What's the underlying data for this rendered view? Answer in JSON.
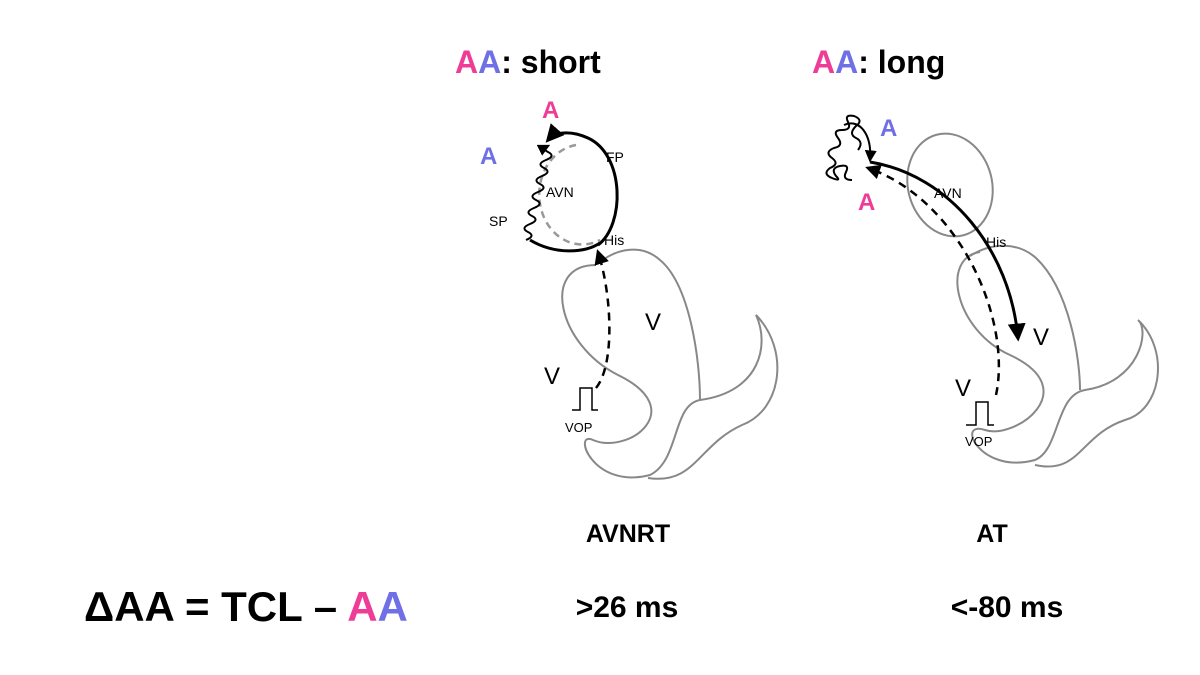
{
  "left_panel": {
    "heading": {
      "a1": "A",
      "a2": "A",
      "rest": ": short"
    },
    "labels": {
      "a_top": "A",
      "a_left": "A",
      "fp": "FP",
      "avn": "AVN",
      "sp": "SP",
      "his": "His",
      "v_right": "V",
      "v_left": "V",
      "vop": "VOP"
    },
    "caption": "AVNRT",
    "value": ">26 ms"
  },
  "right_panel": {
    "heading": {
      "a1": "A",
      "a2": "A",
      "rest": ": long"
    },
    "labels": {
      "a_top": "A",
      "a_bottom": "A",
      "avn": "AVN",
      "his": "His",
      "v_right": "V",
      "v_left": "V",
      "vop": "VOP"
    },
    "caption": "AT",
    "value": "<-80 ms"
  },
  "formula": {
    "prefix": "ΔAA = TCL – ",
    "a1": "A",
    "a2": "A"
  },
  "colors": {
    "pink": "#ee3d96",
    "blue": "#6f6fe6",
    "gray_outline": "#888888",
    "dash_gray": "#999999",
    "black": "#000000"
  }
}
